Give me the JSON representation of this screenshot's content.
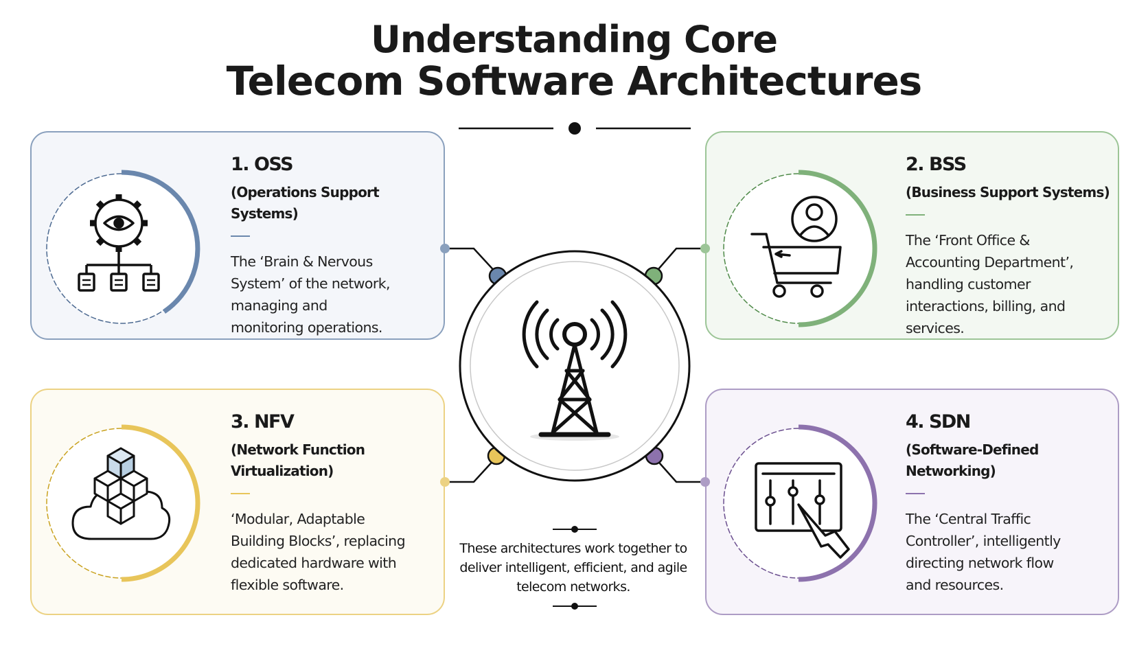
{
  "title": {
    "line1": "Understanding Core",
    "line2": "Telecom Software Architectures"
  },
  "colors": {
    "oss": "#6a87ad",
    "bss": "#7fb17a",
    "nfv": "#e8c55a",
    "sdn": "#8d72ad",
    "ink": "#111111"
  },
  "center": {
    "icon": "cell-tower-icon"
  },
  "cards": [
    {
      "number": "1. OSS",
      "subtitle": "(Operations Support Systems)",
      "description": "The ‘Brain & Nervous System’ of the network, managing and monitoring operations.",
      "icon": "gear-eye-hierarchy-icon"
    },
    {
      "number": "2. BSS",
      "subtitle": "(Business Support Systems)",
      "description": "The ‘Front Office & Accounting Department’, handling customer interactions, billing, and services.",
      "icon": "user-shopping-cart-icon"
    },
    {
      "number": "3. NFV",
      "subtitle": "(Network Function Virtualization)",
      "description": "‘Modular, Adaptable Building Blocks’, replacing dedicated hardware with flexible software.",
      "icon": "cloud-cubes-icon"
    },
    {
      "number": "4. SDN",
      "subtitle": "(Software-Defined Networking)",
      "description": "The ‘Central Traffic Controller’, intelligently directing network flow and resources.",
      "icon": "control-panel-sliders-icon"
    }
  ],
  "footer": {
    "text": "These architectures work together to deliver intelligent, efficient, and agile telecom networks."
  }
}
